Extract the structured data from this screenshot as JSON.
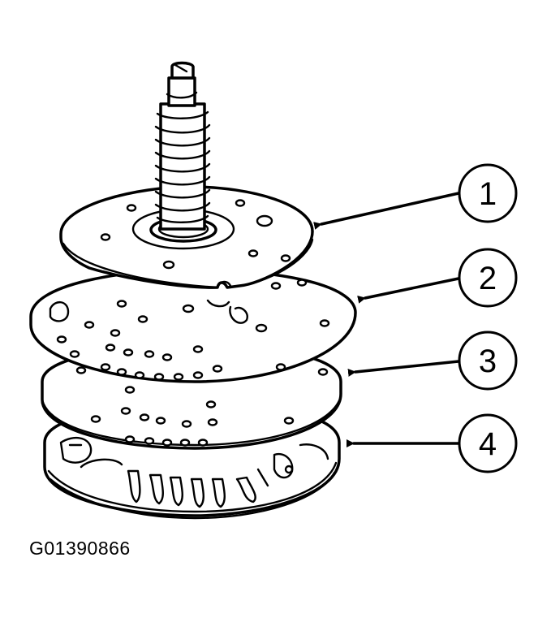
{
  "figure_id": "G01390866",
  "callouts": [
    {
      "number": "1"
    },
    {
      "number": "2"
    },
    {
      "number": "3"
    },
    {
      "number": "4"
    }
  ]
}
